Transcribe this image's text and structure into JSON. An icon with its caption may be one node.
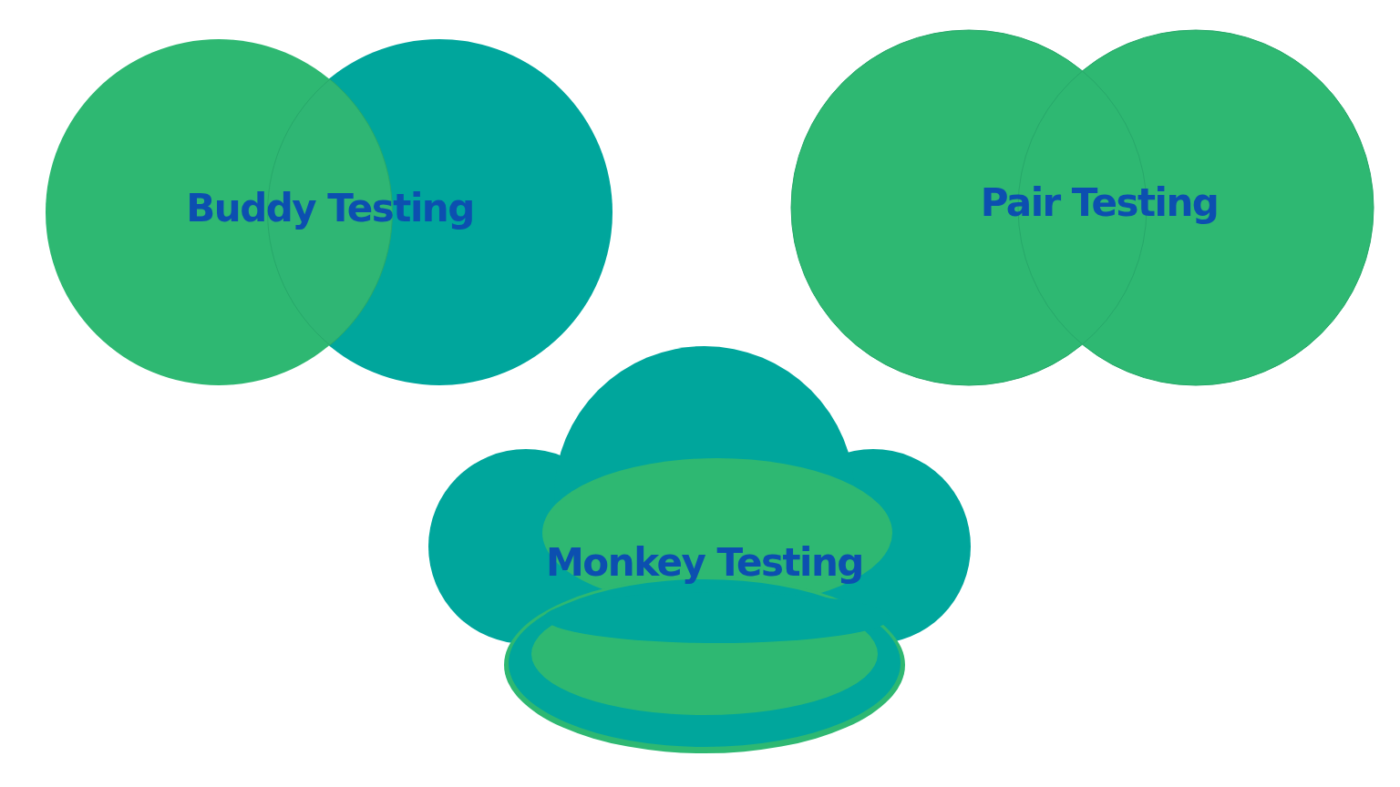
{
  "diagram": {
    "nodes": [
      {
        "text": [
          "Buddy Testing"
        ]
      },
      {
        "text": [
          "Pair Testing"
        ]
      },
      {
        "text": [
          "Monkey Testing"
        ]
      }
    ]
  }
}
